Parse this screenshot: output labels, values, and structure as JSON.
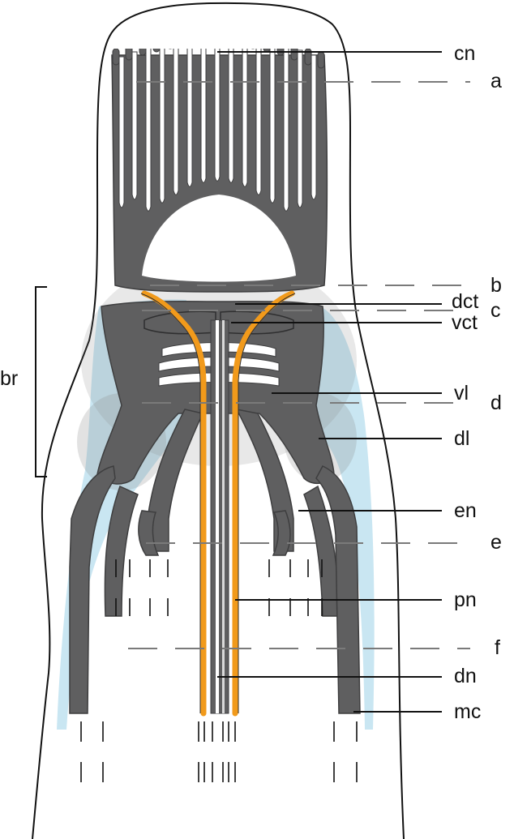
{
  "labels": {
    "cn": "cn",
    "dct": "dct",
    "vct": "vct",
    "vl": "vl",
    "dl": "dl",
    "en": "en",
    "pn": "pn",
    "dn": "dn",
    "mc": "mc",
    "br": "br"
  },
  "section_labels": {
    "a": "a",
    "b": "b",
    "c": "c",
    "d": "d",
    "e": "e",
    "f": "f"
  },
  "colors": {
    "cartilage": "#5f5f60",
    "cartilage_outline": "#3e3e3f",
    "nerve": "#f19a1b",
    "membrane": "#bfe2f0",
    "outline": "#111111"
  }
}
